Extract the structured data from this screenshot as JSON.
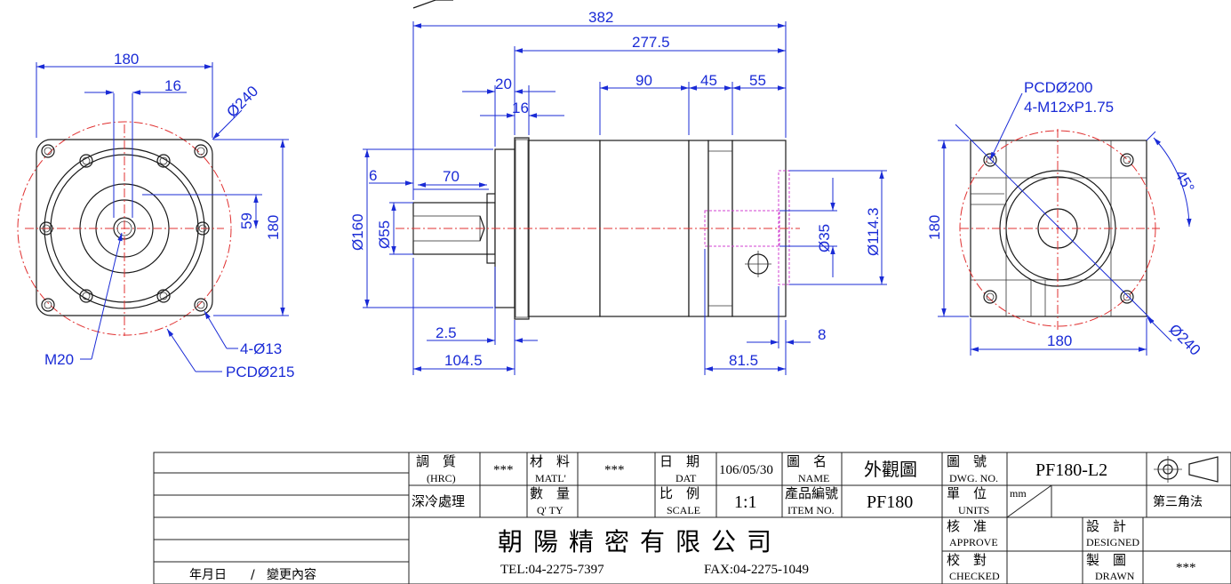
{
  "dimensions": {
    "front": {
      "width_top": "180",
      "key_offset": "16",
      "flange_dia": "Ø240",
      "center_height": "59",
      "height_right": "180",
      "thread_label": "M20",
      "hole_label": "4-Ø13",
      "pcd_label": "PCDØ215"
    },
    "side": {
      "overall": "382",
      "body": "277.5",
      "flange_step": "20",
      "flange_step2": "16",
      "seg_90": "90",
      "seg_45": "45",
      "seg_55": "55",
      "key_6": "6",
      "key_70": "70",
      "pilot_dia": "Ø160",
      "shaft_dia": "Ø55",
      "gap_2_5": "2.5",
      "shaft_len": "104.5",
      "output_len": "81.5",
      "end_8": "8",
      "bore_dia": "Ø35",
      "boss_dia": "Ø114.3"
    },
    "rear": {
      "pcd_label": "PCDØ200",
      "thread_label": "4-M12xP1.75",
      "angle": "45°",
      "height_left": "180",
      "width_bottom": "180",
      "flange_dia": "Ø240"
    }
  },
  "title_block": {
    "hardness_label": "調　質",
    "hardness_label_en": "(HRC)",
    "hardness_value": "***",
    "material_label": "材　料",
    "material_label_en": "MATL'",
    "material_value": "***",
    "date_label": "日　期",
    "date_label_en": "DAT",
    "date_value": "106/05/30",
    "name_label": "圖　名",
    "name_label_en": "NAME",
    "name_value": "外觀圖",
    "dwg_label": "圖　號",
    "dwg_label_en": "DWG. NO.",
    "dwg_value": "PF180-L2",
    "treatment_label": "深冷處理",
    "qty_label": "數　量",
    "qty_label_en": "Q' TY",
    "scale_label": "比　例",
    "scale_label_en": "SCALE",
    "scale_value": "1:1",
    "item_label": "產品編號",
    "item_label_en": "ITEM NO.",
    "item_value": "PF180",
    "units_label": "單　位",
    "units_label_en": "UNITS",
    "units_value": "mm",
    "projection_label": "第三角法",
    "company_name": "朝陽精密有限公司",
    "tel": "TEL:04-2275-7397",
    "fax": "FAX:04-2275-1049",
    "approve_label": "核　准",
    "approve_label_en": "APPROVE",
    "checked_label": "校　對",
    "checked_label_en": "CHECKED",
    "designed_label": "設　計",
    "designed_label_en": "DESIGNED",
    "drawn_label": "製　圖",
    "drawn_label_en": "DRAWN",
    "drawn_value": "***",
    "revision_date_label": "年月日",
    "revision_sep": "/",
    "revision_label": "變更內容"
  },
  "colors": {
    "dimension": "#1a2bd6",
    "centerline": "#e03030",
    "hidden": "#d040d0",
    "outline": "#1a1a1a"
  }
}
